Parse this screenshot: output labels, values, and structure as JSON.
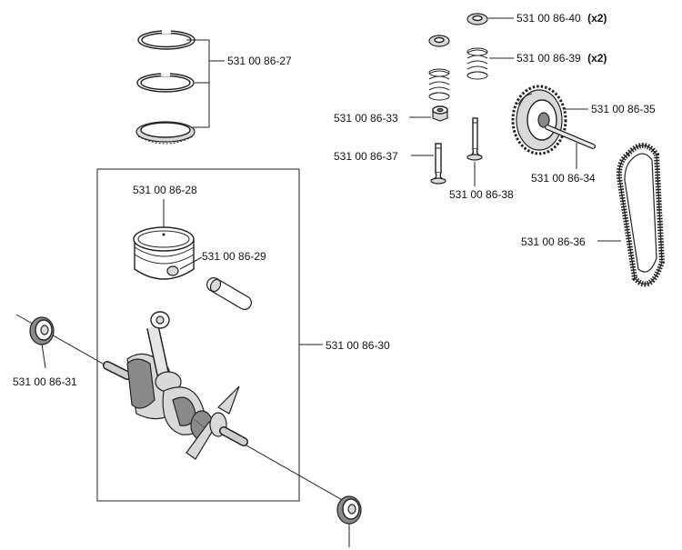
{
  "parts": {
    "p27": "531 00 86-27",
    "p28": "531 00 86-28",
    "p29": "531 00 86-29",
    "p30": "531 00 86-30",
    "p31": "531 00 86-31",
    "p33": "531 00 86-33",
    "p34": "531 00 86-34",
    "p35": "531 00 86-35",
    "p36": "531 00 86-36",
    "p37": "531 00 86-37",
    "p38": "531 00 86-38",
    "p39": "531 00 86-39",
    "p40": "531 00 86-40"
  },
  "quantities": {
    "p39": "(x2)",
    "p40": "(x2)"
  }
}
